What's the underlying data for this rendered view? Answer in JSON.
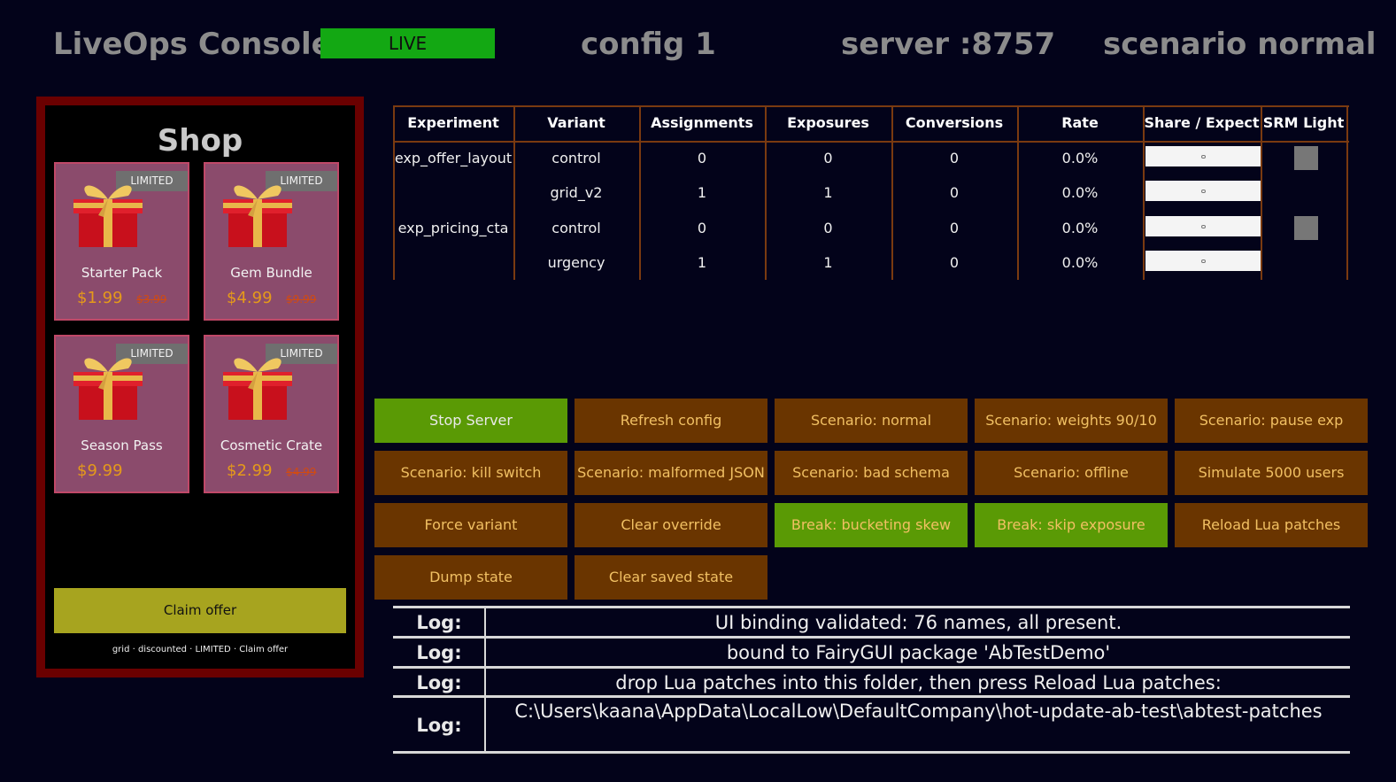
{
  "header": {
    "title": "LiveOps Console",
    "status": "LIVE",
    "config": "config 1",
    "server": "server :8757",
    "scenario": "scenario normal"
  },
  "shop": {
    "title": "Shop",
    "cards": [
      {
        "name": "Starter Pack",
        "price": "$1.99",
        "old_price": "$3.99",
        "badge": "LIMITED",
        "icon": "gift-icon"
      },
      {
        "name": "Gem Bundle",
        "price": "$4.99",
        "old_price": "$9.99",
        "badge": "LIMITED",
        "icon": "gift-icon"
      },
      {
        "name": "Season Pass",
        "price": "$9.99",
        "old_price": "",
        "badge": "LIMITED",
        "icon": "gift-icon"
      },
      {
        "name": "Cosmetic Crate",
        "price": "$2.99",
        "old_price": "$4.99",
        "badge": "LIMITED",
        "icon": "gift-icon"
      }
    ],
    "claim_label": "Claim offer",
    "footnote": "grid · discounted · LIMITED · Claim offer"
  },
  "table": {
    "headers": [
      "Experiment",
      "Variant",
      "Assignments",
      "Exposures",
      "Conversions",
      "Rate",
      "Share / Expect",
      "SRM Light"
    ],
    "rows": [
      {
        "experiment": "exp_offer_layout",
        "variant": "control",
        "assignments": "0",
        "exposures": "0",
        "conversions": "0",
        "rate": "0.0%"
      },
      {
        "experiment": "",
        "variant": "grid_v2",
        "assignments": "1",
        "exposures": "1",
        "conversions": "0",
        "rate": "0.0%"
      },
      {
        "experiment": "exp_pricing_cta",
        "variant": "control",
        "assignments": "0",
        "exposures": "0",
        "conversions": "0",
        "rate": "0.0%"
      },
      {
        "experiment": "",
        "variant": "urgency",
        "assignments": "1",
        "exposures": "1",
        "conversions": "0",
        "rate": "0.0%"
      }
    ]
  },
  "buttons": [
    "Stop Server",
    "Refresh config",
    "Scenario: normal",
    "Scenario: weights 90/10",
    "Scenario: pause exp",
    "Scenario: kill switch",
    "Scenario: malformed JSON",
    "Scenario: bad schema",
    "Scenario: offline",
    "Simulate 5000 users",
    "Force variant",
    "Clear override",
    "Break: bucketing skew",
    "Break: skip exposure",
    "Reload Lua patches",
    "Dump state",
    "Clear saved state"
  ],
  "log": {
    "label": "Log:",
    "entries": [
      "UI binding validated: 76 names, all present.",
      "bound to FairyGUI package 'AbTestDemo'",
      "drop Lua patches into this folder, then press Reload Lua patches:",
      "C:\\Users\\kaana\\AppData\\LocalLow\\DefaultCompany\\hot-update-ab-test\\abtest-patches"
    ]
  },
  "colors": {
    "live_green": "#13a813",
    "button_brown": "#6a3500",
    "button_green": "#5a9a05",
    "shop_border": "#6a0000",
    "card_bg": "#8b4b6c",
    "claim_bg": "#a7a41f"
  }
}
